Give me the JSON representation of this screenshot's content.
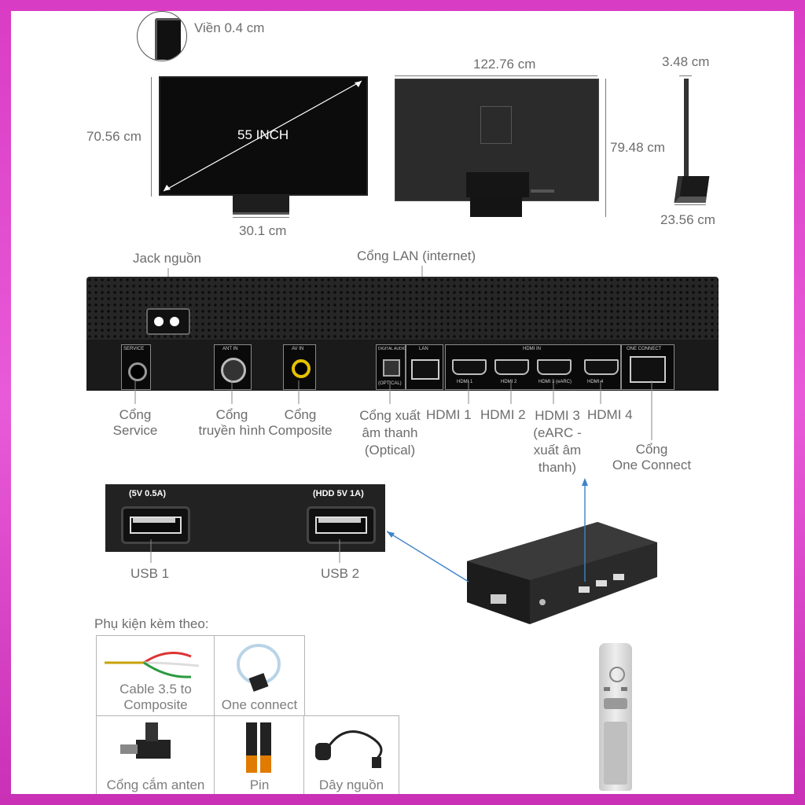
{
  "specs": {
    "bezel": "Viền 0.4 cm",
    "width": "122.76 cm",
    "depth_top": "3.48 cm",
    "height_screen": "70.56 cm",
    "screen_size": "55 INCH",
    "height_total": "79.48 cm",
    "stand_width": "30.1 cm",
    "depth_stand": "23.56 cm"
  },
  "top_labels": {
    "power_jack": "Jack nguồn",
    "lan": "Cổng LAN (internet)"
  },
  "panel_small_labels": {
    "service": "SERVICE",
    "ant_in": "ANT IN",
    "av_in": "AV IN",
    "digital_audio_out": "DIGITAL AUDIO OUT",
    "optical": "(OPTICAL)",
    "lan": "LAN",
    "hdmi_in": "HDMI IN",
    "one_connect": "ONE CONNECT",
    "hdmi1": "HDMI 1",
    "hdmi2": "HDMI 2",
    "hdmi3": "HDMI 3 (eARC)",
    "hdmi4": "HDMI 4"
  },
  "port_labels": {
    "service": "Cổng\nService",
    "antenna": "Cổng\ntruyền hình",
    "composite": "Cổng\nComposite",
    "optical": "Cổng xuất\nâm thanh\n(Optical)",
    "hdmi1": "HDMI 1",
    "hdmi2": "HDMI 2",
    "hdmi3": "HDMI 3\n(eARC -\nxuất âm\nthanh)",
    "hdmi4": "HDMI 4",
    "one_connect": "Cổng\nOne Connect"
  },
  "usb": {
    "usb1_spec": "(5V 0.5A)",
    "usb2_spec": "(HDD 5V 1A)",
    "usb1": "USB 1",
    "usb2": "USB 2"
  },
  "accessories": {
    "heading": "Phụ kiện kèm theo:",
    "items": [
      "Cable 3.5 to\nComposite",
      "One connect",
      "Cổng cắm anten",
      "Pin",
      "Dây nguồn"
    ]
  },
  "colors": {
    "frame": "#d93cc4",
    "connector_line": "#3c83c8",
    "label_text": "#6d6d6d"
  }
}
